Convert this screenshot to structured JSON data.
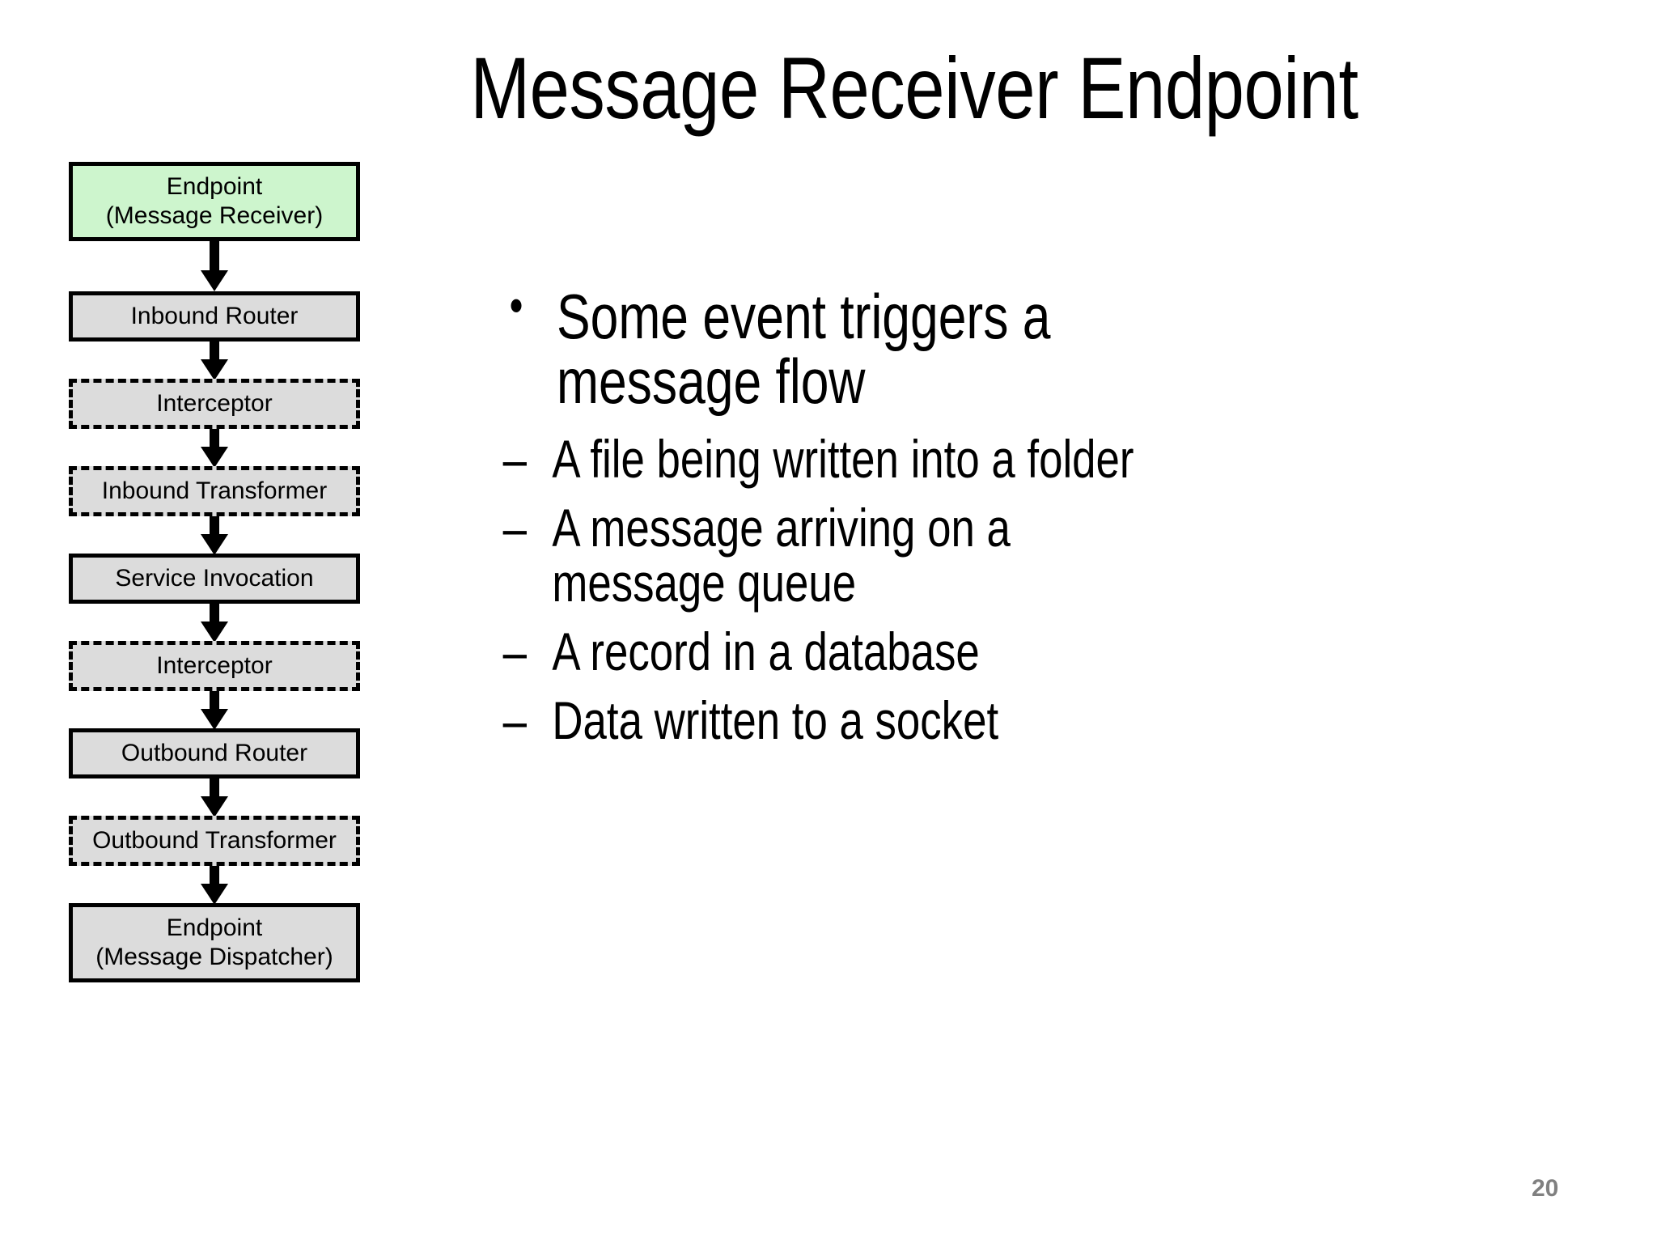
{
  "slide": {
    "title": "Message Receiver Endpoint",
    "page_number": "20"
  },
  "diagram": {
    "name": "message-receiver-endpoint-flow",
    "colors": {
      "highlight_fill": "#cdf5cd",
      "default_fill": "#dcdcdc",
      "stroke": "#000000"
    },
    "nodes": [
      {
        "id": "endpoint-receiver",
        "line1": "Endpoint",
        "line2": "(Message Receiver)",
        "style": "solid",
        "fill": "green",
        "lines": 2
      },
      {
        "id": "inbound-router",
        "line1": "Inbound Router",
        "style": "solid",
        "fill": "gray",
        "lines": 1
      },
      {
        "id": "interceptor-1",
        "line1": "Interceptor",
        "style": "dashed",
        "fill": "gray",
        "lines": 1
      },
      {
        "id": "inbound-transformer",
        "line1": "Inbound Transformer",
        "style": "dashed",
        "fill": "gray",
        "lines": 1
      },
      {
        "id": "service-invocation",
        "line1": "Service Invocation",
        "style": "solid",
        "fill": "gray",
        "lines": 1
      },
      {
        "id": "interceptor-2",
        "line1": "Interceptor",
        "style": "dashed",
        "fill": "gray",
        "lines": 1
      },
      {
        "id": "outbound-router",
        "line1": "Outbound Router",
        "style": "solid",
        "fill": "gray",
        "lines": 1
      },
      {
        "id": "outbound-transformer",
        "line1": "Outbound Transformer",
        "style": "dashed",
        "fill": "gray",
        "lines": 1
      },
      {
        "id": "endpoint-dispatcher",
        "line1": "Endpoint",
        "line2": "(Message Dispatcher)",
        "style": "solid",
        "fill": "gray",
        "lines": 2
      }
    ]
  },
  "bullets": {
    "level1_marker": "•",
    "level2_marker": "–",
    "level1_text": "Some event triggers a message flow",
    "level2_items": [
      "A file being written into a folder",
      "A message arriving on a message queue",
      "A record in a database",
      "Data written to a socket"
    ]
  }
}
